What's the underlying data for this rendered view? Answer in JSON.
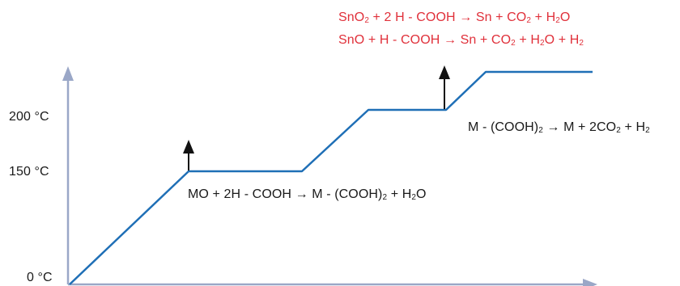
{
  "colors": {
    "axis": "#9aa7c7",
    "curve": "#1f6fb6",
    "arrow": "#111111",
    "text": "#1a1a1a",
    "reaction_highlight": "#e0303a"
  },
  "axis": {
    "y_ticks": [
      {
        "key": "t200",
        "label": "200 °C"
      },
      {
        "key": "t150",
        "label": "150 °C"
      },
      {
        "key": "t0",
        "label": "0 °C"
      }
    ]
  },
  "reactions": {
    "oxide_formic": {
      "parts": [
        {
          "t": "MO + 2H - COOH → M - (COOH)"
        },
        {
          "t": "2",
          "sub": true
        },
        {
          "t": " + H"
        },
        {
          "t": "2",
          "sub": true
        },
        {
          "t": "O"
        }
      ]
    },
    "formate_decomposition": {
      "parts": [
        {
          "t": "M - (COOH)"
        },
        {
          "t": "2",
          "sub": true
        },
        {
          "t": " → M + 2CO"
        },
        {
          "t": "2",
          "sub": true
        },
        {
          "t": " + H"
        },
        {
          "t": "2",
          "sub": true
        }
      ]
    },
    "sno2_reduction": {
      "parts": [
        {
          "t": "SnO"
        },
        {
          "t": "2",
          "sub": true
        },
        {
          "t": " + 2 H - COOH → Sn + CO"
        },
        {
          "t": "2",
          "sub": true
        },
        {
          "t": " + H"
        },
        {
          "t": "2",
          "sub": true
        },
        {
          "t": "O"
        }
      ]
    },
    "sno_reduction": {
      "parts": [
        {
          "t": "SnO + H - COOH → Sn + CO"
        },
        {
          "t": "2",
          "sub": true
        },
        {
          "t": " + H"
        },
        {
          "t": "2",
          "sub": true
        },
        {
          "t": "O + H"
        },
        {
          "t": "2",
          "sub": true
        }
      ]
    }
  }
}
